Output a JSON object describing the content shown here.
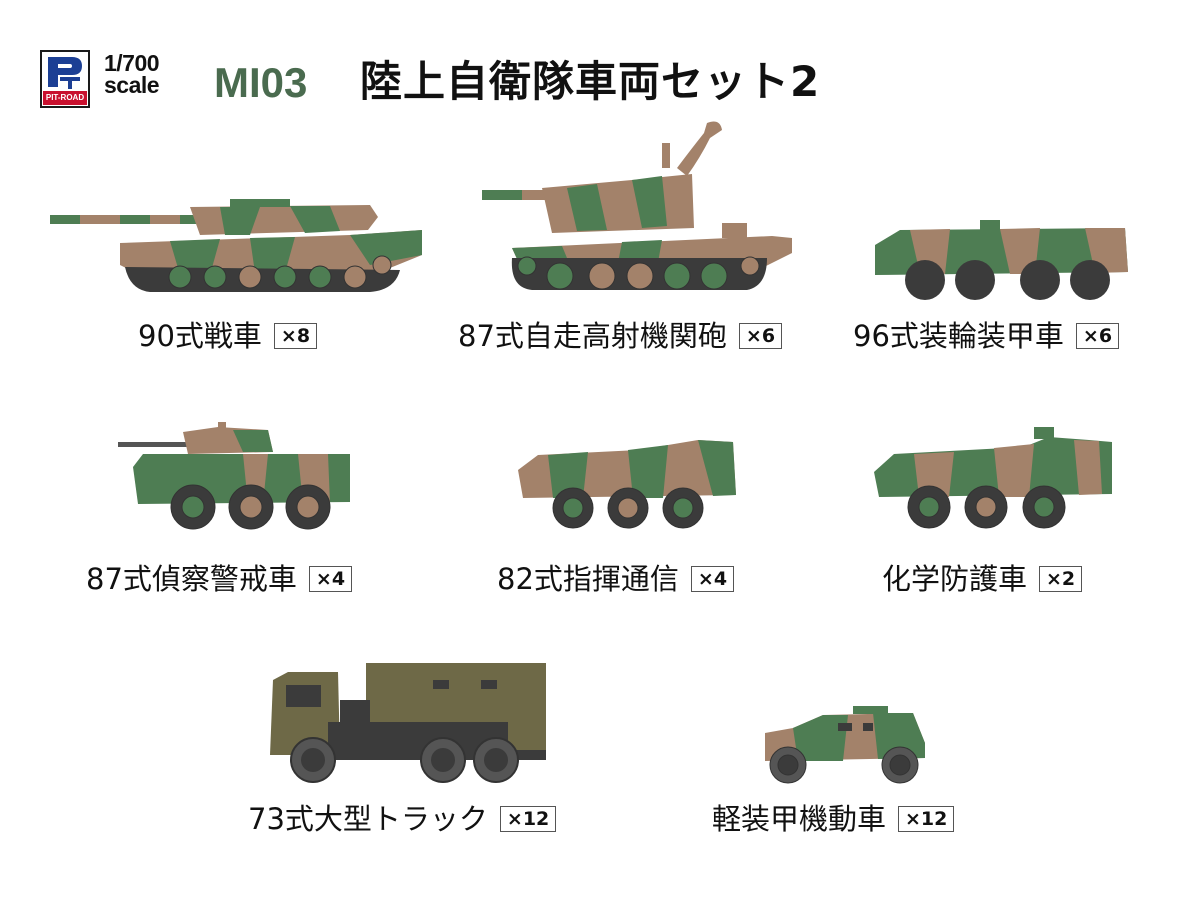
{
  "header": {
    "brand": "PIT-ROAD",
    "scale_line1": "1/700",
    "scale_line2": "scale",
    "product_code": "MI03",
    "title": "陸上自衛隊車両セット2"
  },
  "colors": {
    "camo_green": "#4e7d53",
    "camo_brown": "#a3826a",
    "track_dark": "#3b3b3b",
    "truck_olive": "#6e6947",
    "code_green": "#4a6b4f",
    "brand_red": "#c8102e"
  },
  "vehicles": [
    {
      "name": "90式戦車",
      "qty": "×8",
      "icon": "type90-tank"
    },
    {
      "name": "87式自走高射機関砲",
      "qty": "×6",
      "icon": "type87-spaag"
    },
    {
      "name": "96式装輪装甲車",
      "qty": "×6",
      "icon": "type96-wheeled-apc"
    },
    {
      "name": "87式偵察警戒車",
      "qty": "×4",
      "icon": "type87-recon-vehicle"
    },
    {
      "name": "82式指揮通信",
      "qty": "×4",
      "icon": "type82-command-vehicle"
    },
    {
      "name": "化学防護車",
      "qty": "×2",
      "icon": "chemical-protection-vehicle"
    },
    {
      "name": "73式大型トラック",
      "qty": "×12",
      "icon": "type73-heavy-truck"
    },
    {
      "name": "軽装甲機動車",
      "qty": "×12",
      "icon": "light-armored-vehicle"
    }
  ]
}
